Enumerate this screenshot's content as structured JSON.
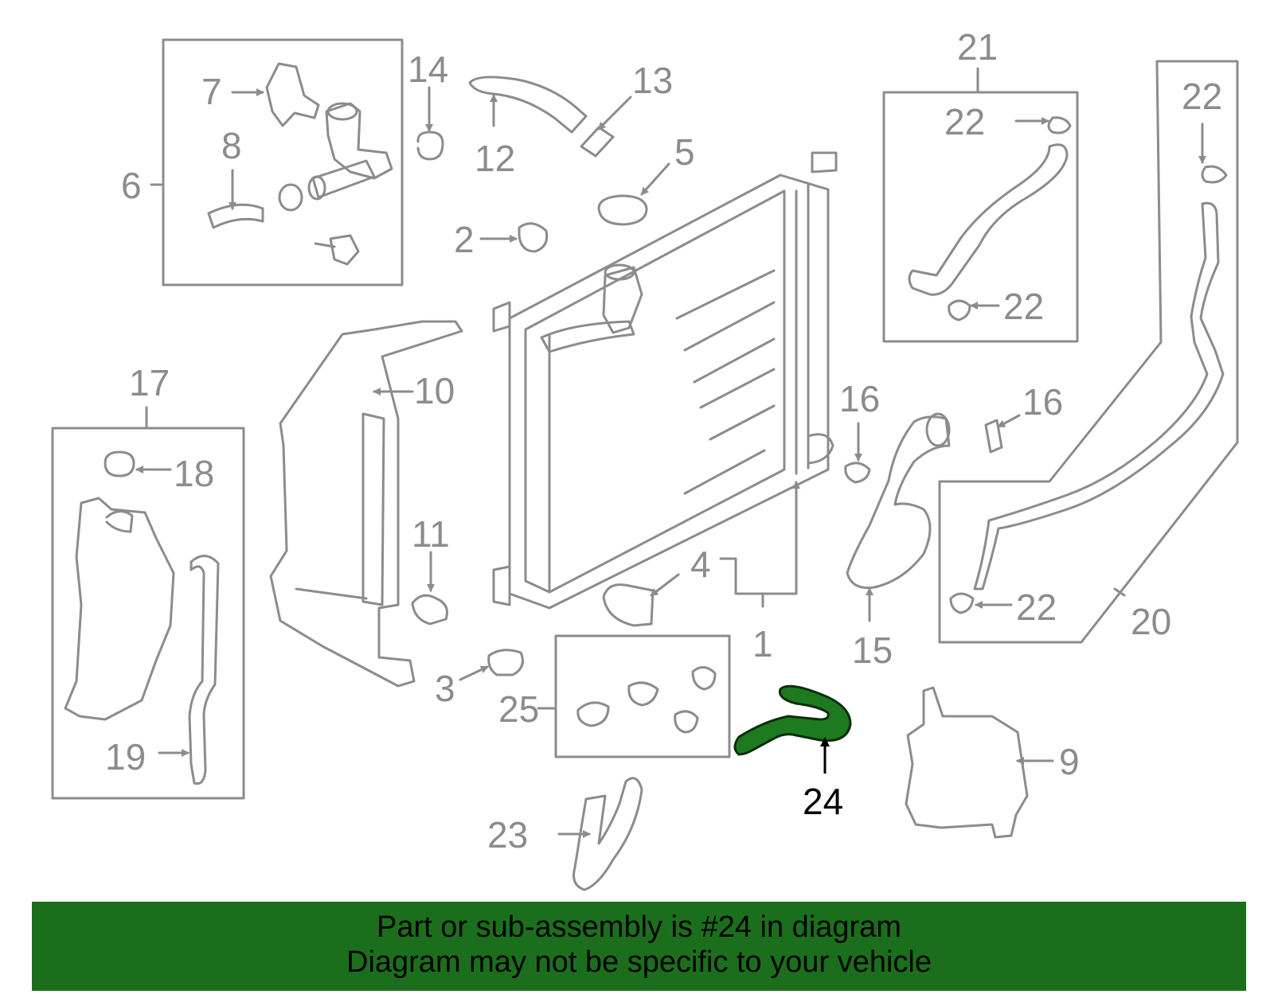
{
  "colors": {
    "line": "#8c8c8c",
    "highlight_part": "#1e7a1e",
    "banner_bg": "#1b6f1c",
    "banner_text": "#000000"
  },
  "highlighted_part": "24",
  "callouts": {
    "c1": "1",
    "c2": "2",
    "c3": "3",
    "c4": "4",
    "c5": "5",
    "c6": "6",
    "c7": "7",
    "c8": "8",
    "c9": "9",
    "c10": "10",
    "c11": "11",
    "c12": "12",
    "c13": "13",
    "c14": "14",
    "c15": "15",
    "c16a": "16",
    "c16b": "16",
    "c17": "17",
    "c18": "18",
    "c19": "19",
    "c20": "20",
    "c21": "21",
    "c22a": "22",
    "c22b": "22",
    "c22c": "22",
    "c22d": "22",
    "c23": "23",
    "c24": "24",
    "c25": "25"
  },
  "banner": {
    "line1": "Part or sub-assembly is #24 in diagram",
    "line2": "Diagram may not be specific to your vehicle"
  }
}
